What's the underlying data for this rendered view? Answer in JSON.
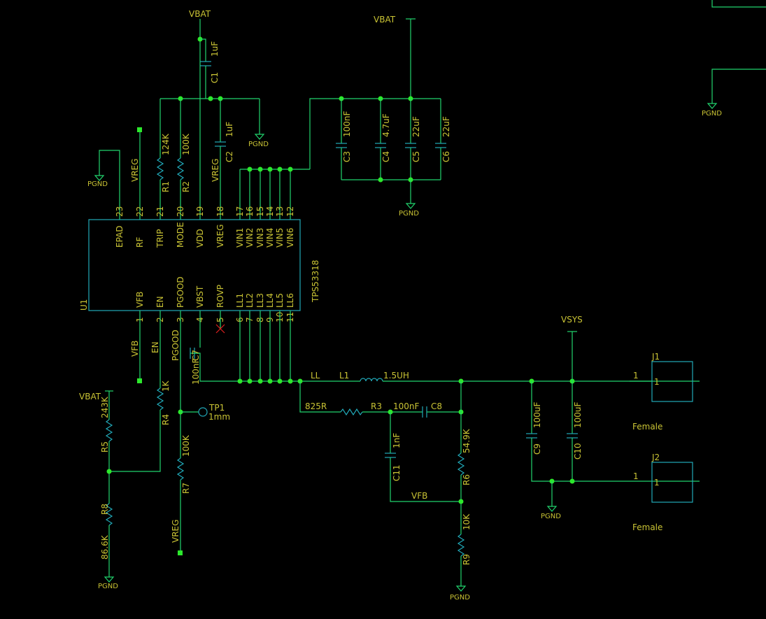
{
  "colors": {
    "background": "#000000",
    "wire": "#21d46d",
    "component": "#21a9b8",
    "junction": "#2ce82c",
    "label": "#c9c334",
    "error_marker": "#e02020"
  },
  "ic": {
    "ref": "U1",
    "part": "TPS53318",
    "top_pins": [
      {
        "num": "23",
        "name": "EPAD"
      },
      {
        "num": "22",
        "name": "RF"
      },
      {
        "num": "21",
        "name": "TRIP"
      },
      {
        "num": "20",
        "name": "MODE"
      },
      {
        "num": "19",
        "name": "VDD"
      },
      {
        "num": "18",
        "name": "VREG"
      },
      {
        "num": "17",
        "name": "VIN1"
      },
      {
        "num": "16",
        "name": "VIN2"
      },
      {
        "num": "15",
        "name": "VIN3"
      },
      {
        "num": "14",
        "name": "VIN4"
      },
      {
        "num": "13",
        "name": "VIN5"
      },
      {
        "num": "12",
        "name": "VIN6"
      }
    ],
    "bottom_pins": [
      {
        "num": "1",
        "name": "VFB"
      },
      {
        "num": "2",
        "name": "EN"
      },
      {
        "num": "3",
        "name": "PGOOD"
      },
      {
        "num": "4",
        "name": "VBST"
      },
      {
        "num": "5",
        "name": "ROVP"
      },
      {
        "num": "6",
        "name": "LL1"
      },
      {
        "num": "7",
        "name": "LL2"
      },
      {
        "num": "8",
        "name": "LL3"
      },
      {
        "num": "9",
        "name": "LL4"
      },
      {
        "num": "10",
        "name": "LL5"
      },
      {
        "num": "11",
        "name": "LL6"
      }
    ]
  },
  "nets": {
    "vbat": "VBAT",
    "pgnd": "PGND",
    "vreg": "VREG",
    "vfb": "VFB",
    "en": "EN",
    "pgood": "PGOOD",
    "ll": "LL",
    "vsys": "VSYS"
  },
  "components": {
    "c1": {
      "ref": "C1",
      "value": "1uF"
    },
    "c2": {
      "ref": "C2",
      "value": "1uF"
    },
    "r1": {
      "ref": "R1",
      "value": "124K"
    },
    "r2": {
      "ref": "R2",
      "value": "100K"
    },
    "c3": {
      "ref": "C3",
      "value": "100nF"
    },
    "c4": {
      "ref": "C4",
      "value": "4.7uF"
    },
    "c5": {
      "ref": "C5",
      "value": "22uF"
    },
    "c6": {
      "ref": "C6",
      "value": "22uF"
    },
    "c7": {
      "ref": "C7",
      "value": "100nF"
    },
    "l1": {
      "ref": "L1",
      "value": "1.5UH"
    },
    "r3": {
      "ref": "R3",
      "value": "825R"
    },
    "c8": {
      "ref": "C8",
      "value": "100nF"
    },
    "c11": {
      "ref": "C11",
      "value": "1nF"
    },
    "r6": {
      "ref": "R6",
      "value": "54.9K"
    },
    "r9": {
      "ref": "R9",
      "value": "10K"
    },
    "c9": {
      "ref": "C9",
      "value": "100uF"
    },
    "c10": {
      "ref": "C10",
      "value": "100uF"
    },
    "r4": {
      "ref": "R4",
      "value": "1K"
    },
    "r5": {
      "ref": "R5",
      "value": "243K"
    },
    "r8": {
      "ref": "R8",
      "value": "86.6K"
    },
    "r7": {
      "ref": "R7",
      "value": "100K"
    },
    "tp1": {
      "ref": "TP1",
      "value": "1mm"
    }
  },
  "connectors": [
    {
      "ref": "J1",
      "pin": "1",
      "pin_name": "1",
      "type": "Female"
    },
    {
      "ref": "J2",
      "pin": "1",
      "pin_name": "1",
      "type": "Female"
    }
  ]
}
